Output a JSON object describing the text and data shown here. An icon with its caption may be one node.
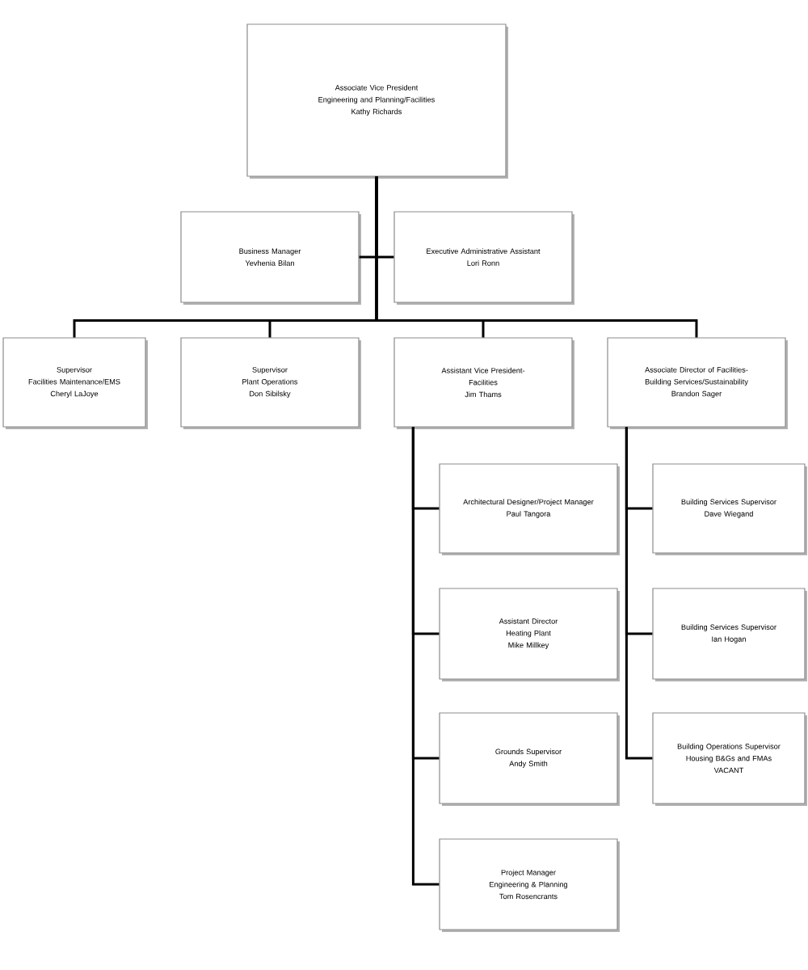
{
  "diagram": {
    "nodes": [
      {
        "text": [
          "Associate Vice President",
          "Engineering and Planning/Facilities",
          "Kathy Richards"
        ]
      },
      {
        "text": [
          "Business Manager",
          "Yevhenia Bilan"
        ]
      },
      {
        "text": [
          "Executive Administrative Assistant",
          "Lori Ronn"
        ]
      },
      {
        "text": [
          "Supervisor",
          "Facilities Maintenance/EMS",
          "Cheryl LaJoye"
        ]
      },
      {
        "text": [
          "Supervisor",
          "Plant Operations",
          "Don Sibilsky"
        ]
      },
      {
        "text": [
          "Assistant Vice President-",
          "Facilities",
          "Jim Thams"
        ]
      },
      {
        "text": [
          "Associate Director of Facilities-Building Services/Sustainability",
          "Brandon Sager"
        ]
      },
      {
        "text": [
          "Architectural Designer/Project Manager",
          "Paul Tangora"
        ]
      },
      {
        "text": [
          "Assistant Director",
          "Heating Plant",
          "Mike Millkey"
        ]
      },
      {
        "text": [
          "Grounds Supervisor",
          "Andy Smith"
        ]
      },
      {
        "text": [
          "Project Manager",
          "Engineering & Planning",
          "Tom Rosencrants"
        ]
      },
      {
        "text": [
          "Building Services Supervisor",
          "Dave Wiegand"
        ]
      },
      {
        "text": [
          "Building Services Supervisor",
          "Ian Hogan"
        ]
      },
      {
        "text": [
          "Building Operations Supervisor",
          "Housing B&Gs and FMAs",
          "VACANT"
        ]
      }
    ],
    "edges": [
      {
        "from": 0,
        "to": 1,
        "arrow": "none"
      },
      {
        "from": 0,
        "to": 2,
        "arrow": "none"
      },
      {
        "from": 0,
        "to": 3,
        "arrow": "none"
      },
      {
        "from": 0,
        "to": 4,
        "arrow": "none"
      },
      {
        "from": 0,
        "to": 5,
        "arrow": "none"
      },
      {
        "from": 0,
        "to": 6,
        "arrow": "none"
      },
      {
        "from": 5,
        "to": 7,
        "arrow": "none"
      },
      {
        "from": 5,
        "to": 8,
        "arrow": "none"
      },
      {
        "from": 5,
        "to": 9,
        "arrow": "none"
      },
      {
        "from": 5,
        "to": 10,
        "arrow": "none"
      },
      {
        "from": 6,
        "to": 11,
        "arrow": "none"
      },
      {
        "from": 6,
        "to": 12,
        "arrow": "none"
      },
      {
        "from": 6,
        "to": 13,
        "arrow": "none"
      }
    ]
  }
}
